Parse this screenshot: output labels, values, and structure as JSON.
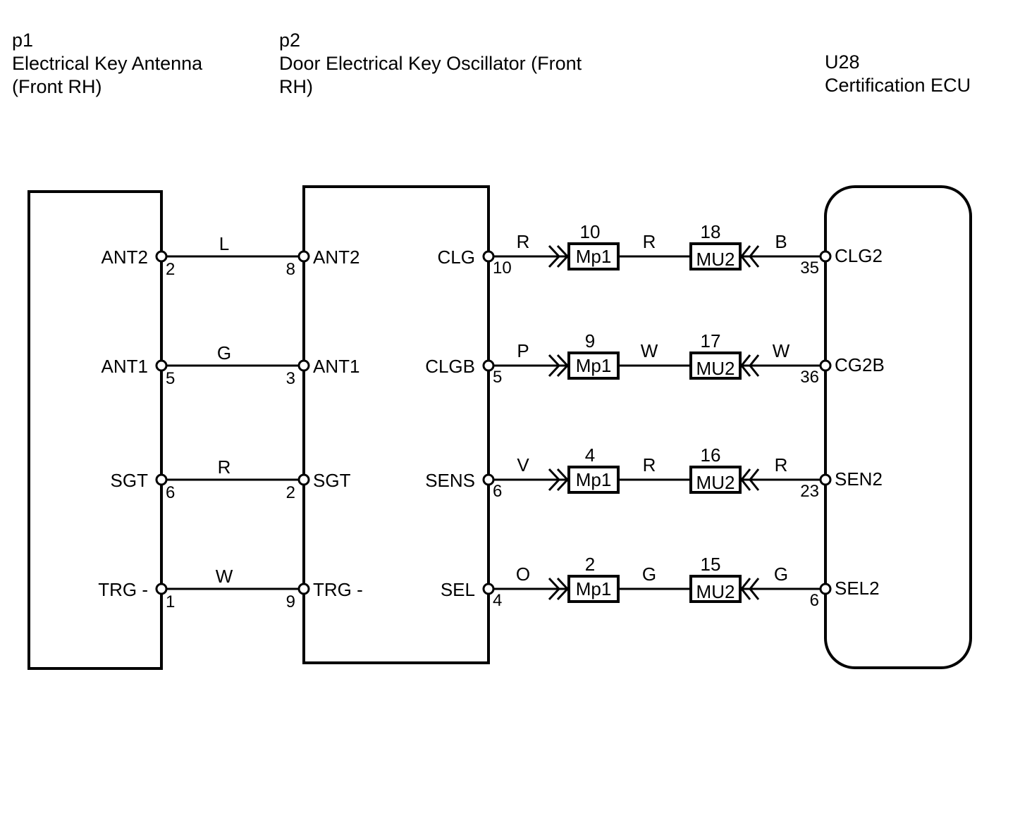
{
  "components": {
    "p1": {
      "code": "p1",
      "name_line1": "Electrical Key Antenna",
      "name_line2": "(Front RH)"
    },
    "p2": {
      "code": "p2",
      "name_line1": "Door Electrical Key Oscillator (Front",
      "name_line2": "RH)"
    },
    "u28": {
      "code": "U28",
      "name_line1": "Certification ECU"
    }
  },
  "left_wires": [
    {
      "p1_signal": "ANT2",
      "p1_pin": "2",
      "color": "L",
      "p2_pin": "8",
      "p2_signal": "ANT2"
    },
    {
      "p1_signal": "ANT1",
      "p1_pin": "5",
      "color": "G",
      "p2_pin": "3",
      "p2_signal": "ANT1"
    },
    {
      "p1_signal": "SGT",
      "p1_pin": "6",
      "color": "R",
      "p2_pin": "2",
      "p2_signal": "SGT"
    },
    {
      "p1_signal": "TRG -",
      "p1_pin": "1",
      "color": "W",
      "p2_pin": "9",
      "p2_signal": "TRG -"
    }
  ],
  "right_wires": [
    {
      "p2_signal": "CLG",
      "p2_pin": "10",
      "color1": "R",
      "conn1": "Mp1",
      "conn1_pin": "10",
      "color2": "R",
      "conn2": "MU2",
      "conn2_pin": "18",
      "color3": "B",
      "ecu_pin": "35",
      "ecu_signal": "CLG2"
    },
    {
      "p2_signal": "CLGB",
      "p2_pin": "5",
      "color1": "P",
      "conn1": "Mp1",
      "conn1_pin": "9",
      "color2": "W",
      "conn2": "MU2",
      "conn2_pin": "17",
      "color3": "W",
      "ecu_pin": "36",
      "ecu_signal": "CG2B"
    },
    {
      "p2_signal": "SENS",
      "p2_pin": "6",
      "color1": "V",
      "conn1": "Mp1",
      "conn1_pin": "4",
      "color2": "R",
      "conn2": "MU2",
      "conn2_pin": "16",
      "color3": "R",
      "ecu_pin": "23",
      "ecu_signal": "SEN2"
    },
    {
      "p2_signal": "SEL",
      "p2_pin": "4",
      "color1": "O",
      "conn1": "Mp1",
      "conn1_pin": "2",
      "color2": "G",
      "conn2": "MU2",
      "conn2_pin": "15",
      "color3": "G",
      "ecu_pin": "6",
      "ecu_signal": "SEL2"
    }
  ]
}
